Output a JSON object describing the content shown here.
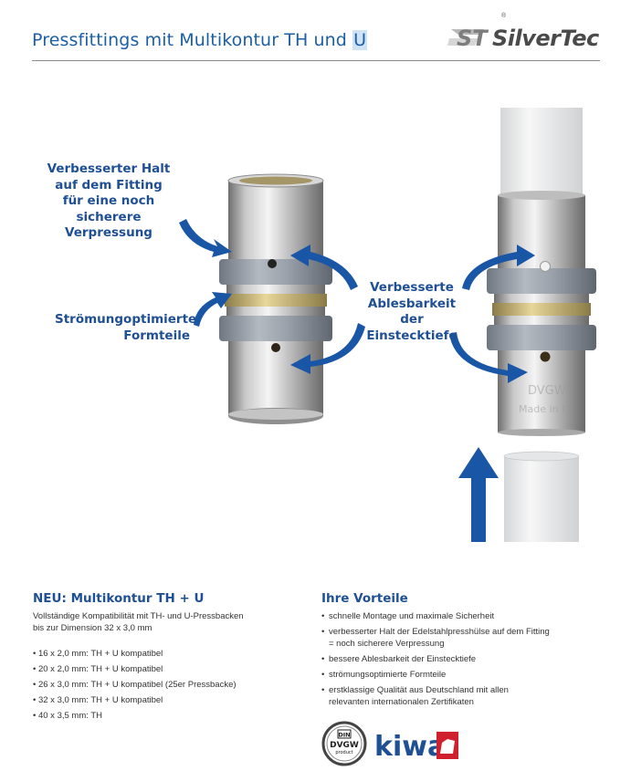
{
  "header": {
    "title_main": "Pressfittings mit Multikontur TH und ",
    "title_highlight": "U",
    "logo_text": "SilverTec",
    "logo_mark": "ST",
    "logo_tm": "®"
  },
  "callouts": {
    "improved_hold": [
      "Verbesserter Halt",
      "auf dem Fitting",
      "für eine noch sicherere",
      "Verpressung"
    ],
    "flow_optimized": [
      "Strömungoptimierte",
      "Formteile"
    ],
    "readability": [
      "Verbesserte",
      "Ablesbarkeit der",
      "Einstecktiefe"
    ]
  },
  "fitting_markings": {
    "dvgw": "DVGW",
    "made_in": "Made in D"
  },
  "left_section": {
    "heading": "NEU: Multikontur TH + U",
    "intro": [
      "Vollständige Kompatibilität mit TH- und U-Pressbacken",
      "bis zur Dimension 32 x 3,0 mm"
    ],
    "items": [
      "16 x 2,0 mm: TH + U kompatibel",
      "20 x 2,0 mm: TH + U kompatibel",
      "26 x 3,0 mm: TH + U kompatibel (25er Pressbacke)",
      "32 x 3,0 mm: TH + U kompatibel",
      "40 x 3,5 mm: TH"
    ]
  },
  "right_section": {
    "heading": "Ihre Vorteile",
    "items": [
      "schnelle Montage und maximale Sicherheit",
      "verbesserter Halt der Edelstahlpresshülse auf dem Fitting = noch sicherere Verpressung",
      "bessere Ablesbarkeit der Einstecktiefe",
      "strömungsoptimierte Formteile",
      "erstklassige Qualität aus Deutschland mit allen relevanten internationalen Zertifikaten"
    ]
  },
  "badges": {
    "din_top": "DIN",
    "din_mid": "DVGW",
    "din_bottom": "product",
    "kiwa": "kiwa"
  },
  "colors": {
    "brand_blue": "#1f4f94",
    "arrow_blue": "#1a56a6",
    "title_blue": "#1a5fa8",
    "kiwa_red": "#d0202e"
  },
  "bullet": "•"
}
